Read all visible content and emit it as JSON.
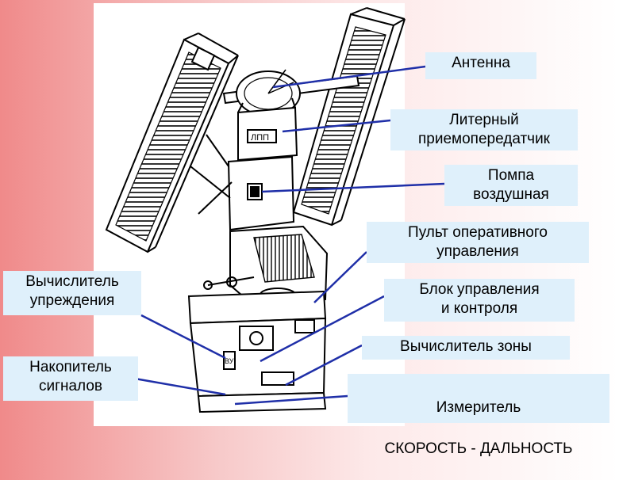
{
  "labels": {
    "antenna": "Антенна",
    "transceiver": "Литерный\nприемопередатчик",
    "pump": "Помпа\nвоздушная",
    "control_console": "Пульт оперативного\nуправления",
    "lead_computer": "Вычислитель\nупреждения",
    "control_unit": "Блок управления\nи контроля",
    "zone_computer": "Вычислитель зоны",
    "signal_store": "Накопитель\nсигналов",
    "speed_range_meter_1": "Измеритель",
    "speed_range_meter_2": "СКОРОСТЬ - ДАЛЬНОСТЬ"
  },
  "device_marks": {
    "transceiver_plate": "ЛПП",
    "unit_plate": "ВУ"
  },
  "colors": {
    "leader_line": "#1f2fa8",
    "label_bg": "#dff0fb"
  }
}
